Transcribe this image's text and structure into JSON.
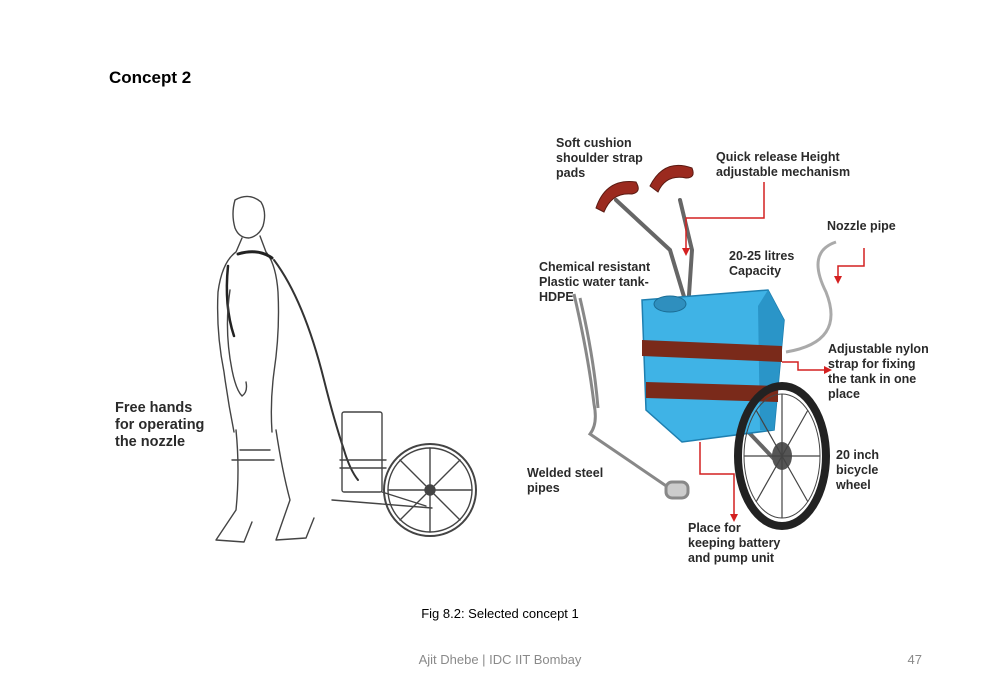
{
  "heading": "Concept 2",
  "left_figure": {
    "label": "Free hands\nfor operating\nthe nozzle"
  },
  "right_figure": {
    "labels": {
      "shoulder_pads": "Soft cushion\nshoulder strap\npads",
      "height_mechanism": "Quick release Height\nadjustable mechanism",
      "nozzle_pipe": "Nozzle pipe",
      "capacity": "20-25 litres\nCapacity",
      "tank_material": "Chemical resistant\nPlastic water tank-\nHDPE",
      "nylon_strap": "Adjustable nylon\nstrap for fixing\nthe tank in one\nplace",
      "wheel": "20 inch\nbicycle\nwheel",
      "steel_pipes": "Welded steel\npipes",
      "battery_place": "Place for\nkeeping battery\nand pump unit"
    }
  },
  "caption": "Fig 8.2: Selected concept 1",
  "footer": "Ajit Dhebe | IDC IIT Bombay",
  "page_number": "47",
  "colors": {
    "tank": "#3fb3e6",
    "strap": "#7a2a1a",
    "pad": "#9b2a1f",
    "leader": "#d42020"
  }
}
